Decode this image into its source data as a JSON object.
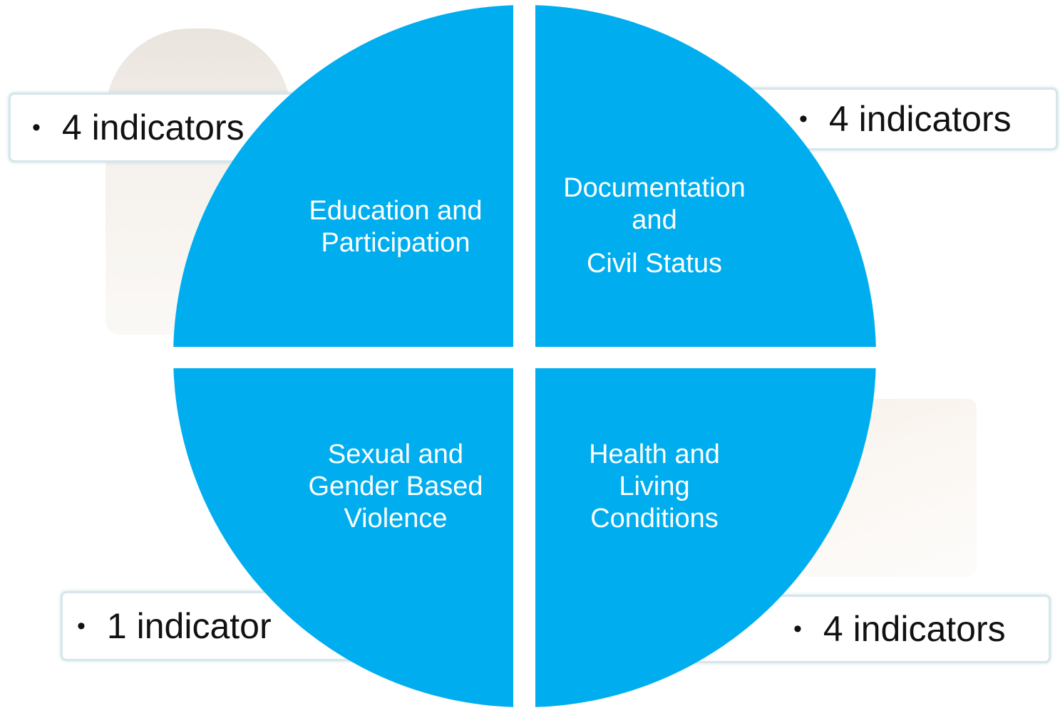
{
  "diagram": {
    "quadrants": [
      {
        "id": "top-left",
        "label_lines": [
          "Education  and",
          "Participation"
        ]
      },
      {
        "id": "top-right",
        "label_lines": [
          "Documentation",
          "and",
          "Civil  Status"
        ]
      },
      {
        "id": "bottom-left",
        "label_lines": [
          "Sexual  and",
          "Gender  Based",
          "Violence"
        ]
      },
      {
        "id": "bottom-right",
        "label_lines": [
          "Health  and",
          "Living",
          "Conditions"
        ]
      }
    ],
    "indicators": {
      "top_left": "4 indicators",
      "top_right": "4 indicators",
      "bottom_left": "1 indicator",
      "bottom_right": "4 indicators"
    },
    "bullet": "•",
    "colors": {
      "quadrant_fill": "#00aeef",
      "separator": "#ffffff",
      "box_border": "#d6e6ec",
      "label_text": "#ffffff"
    }
  }
}
